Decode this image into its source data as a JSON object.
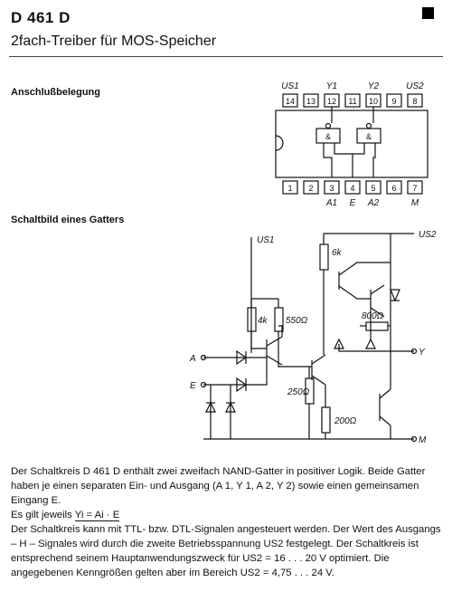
{
  "header": {
    "title": "D 461 D",
    "subtitle": "2fach-Treiber für MOS-Speicher"
  },
  "pinout": {
    "heading": "Anschlußbelegung",
    "top_pins": [
      "14",
      "13",
      "12",
      "11",
      "10",
      "9",
      "8"
    ],
    "bottom_pins": [
      "1",
      "2",
      "3",
      "4",
      "5",
      "6",
      "7"
    ],
    "top_labels": {
      "us1": "US1",
      "y1": "Y1",
      "y2": "Y2",
      "us2": "US2"
    },
    "bottom_labels": {
      "a1": "A1",
      "e": "E",
      "a2": "A2",
      "m": "M"
    },
    "gate_symbol": "&"
  },
  "schematic": {
    "heading": "Schaltbild eines Gatters",
    "labels": {
      "us1": "US1",
      "us2": "US2",
      "a": "A",
      "e": "E",
      "y": "Y",
      "m": "M",
      "r_6k": "6k",
      "r_4k": "4k",
      "r_550": "550Ω",
      "r_800": "800Ω",
      "r_250": "250Ω",
      "r_200": "200Ω"
    }
  },
  "description": {
    "p1": "Der Schaltkreis D 461 D enthält zwei zweifach NAND-Gatter in positiver Logik. Beide Gatter haben je einen separaten Ein- und Ausgang (A 1, Y 1, A 2, Y 2) sowie einen gemeinsamen Eingang E.",
    "p2_prefix": "Es gilt jeweils",
    "p2_formula": "Yi = Ai · E",
    "p3": "Der Schaltkreis kann mit TTL- bzw. DTL-Signalen angesteuert werden. Der Wert des Ausgangs – H – Signales wird durch die zweite Betriebsspannung US2 festgelegt. Der Schaltkreis ist entsprechend seinem Hauptanwendungszweck für US2 = 16 . . . 20 V optimiert. Die angegebenen Kenngrößen gelten aber im Bereich US2 = 4,75 . . . 24 V."
  }
}
